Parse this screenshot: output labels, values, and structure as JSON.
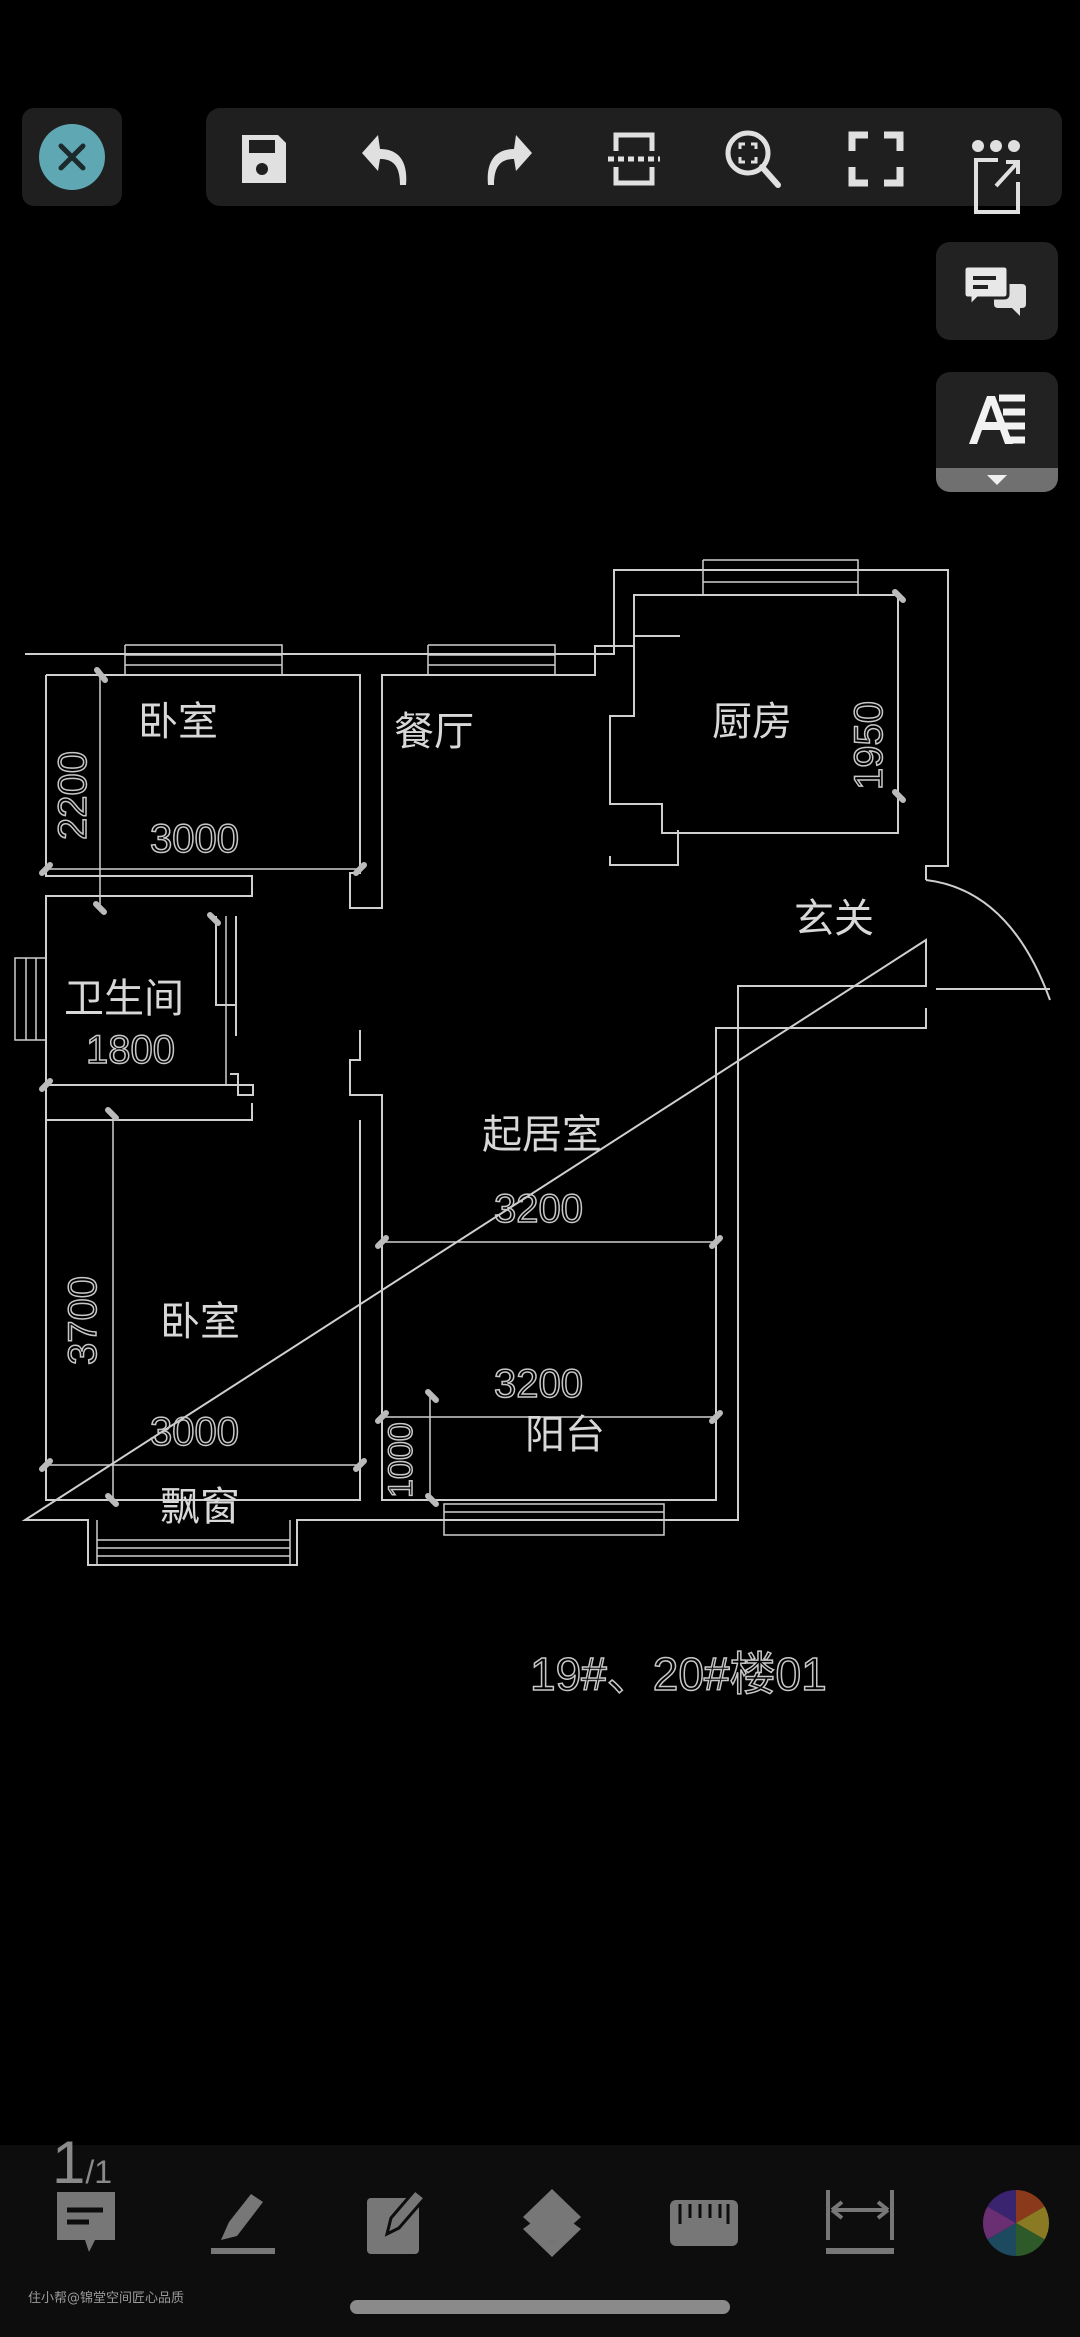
{
  "top_toolbar": {
    "close_icon": "close-icon",
    "items": [
      {
        "name": "save",
        "icon": "floppy-disk-icon"
      },
      {
        "name": "undo",
        "icon": "undo-arrow-icon"
      },
      {
        "name": "redo",
        "icon": "redo-arrow-icon"
      },
      {
        "name": "split-view",
        "icon": "split-screen-icon"
      },
      {
        "name": "zoom-window",
        "icon": "zoom-extent-icon"
      },
      {
        "name": "fullscreen",
        "icon": "fullscreen-icon"
      },
      {
        "name": "share",
        "icon": "export-share-icon"
      }
    ]
  },
  "side_buttons": [
    {
      "name": "comments",
      "icon": "chat-bubbles-icon"
    },
    {
      "name": "text-style",
      "icon": "text-format-icon",
      "dropdown": true
    }
  ],
  "floorplan": {
    "rooms": {
      "bedroom_top": "卧室",
      "dining": "餐厅",
      "kitchen": "厨房",
      "entrance": "玄关",
      "bathroom": "卫生间",
      "living": "起居室",
      "bedroom_bottom": "卧室",
      "balcony": "阳台",
      "bay_window": "飘窗"
    },
    "dimensions": {
      "bedroom_top_height": "2200",
      "bedroom_top_width": "3000",
      "kitchen_height": "1950",
      "bathroom_width": "1800",
      "living_width": "3200",
      "balcony_width": "3200",
      "balcony_height": "1000",
      "bedroom_bottom_height": "3700",
      "bedroom_bottom_width": "3000"
    },
    "caption": "19#、20#楼01"
  },
  "page_indicator": {
    "current": "1",
    "separator": "/",
    "total": "1"
  },
  "bottom_toolbar": {
    "items": [
      {
        "name": "annotation",
        "icon": "note-comment-icon"
      },
      {
        "name": "draw",
        "icon": "pencil-icon"
      },
      {
        "name": "edit",
        "icon": "edit-note-icon"
      },
      {
        "name": "layers",
        "icon": "layers-icon"
      },
      {
        "name": "measure",
        "icon": "ruler-icon"
      },
      {
        "name": "dimension",
        "icon": "dimension-arrow-icon"
      },
      {
        "name": "color",
        "icon": "color-wheel-icon"
      }
    ]
  },
  "watermark": "住小帮@锦堂空间匠心品质",
  "colors": {
    "accent": "#5fa8b3",
    "toolbar_bg": "#1f1f1f",
    "icon": "#e0e0e0",
    "bottom_icon": "#777777"
  }
}
